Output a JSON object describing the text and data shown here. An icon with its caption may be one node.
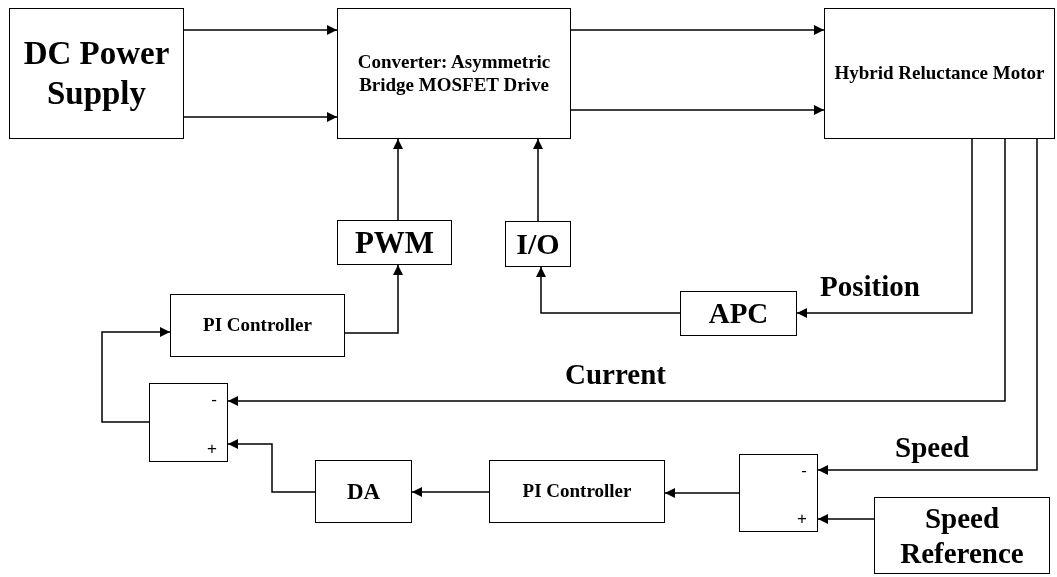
{
  "diagram": {
    "nodes": [
      {
        "text": [
          "DC Power Supply"
        ]
      },
      {
        "text": [
          "Converter: Asymmetric Bridge MOSFET Drive"
        ]
      },
      {
        "text": [
          "Hybrid Reluctance Motor"
        ]
      },
      {
        "text": [
          "PWM"
        ]
      },
      {
        "text": [
          "I/O"
        ]
      },
      {
        "text": [
          "PI Controller"
        ]
      },
      {
        "text": [
          "APC"
        ]
      },
      {
        "text": [
          "-",
          "+"
        ]
      },
      {
        "text": [
          "DA"
        ]
      },
      {
        "text": [
          "PI Controller"
        ]
      },
      {
        "text": [
          "-",
          "+"
        ]
      },
      {
        "text": [
          "Speed Reference"
        ]
      }
    ],
    "edges": [
      {
        "from": 0,
        "to": 1,
        "arrow": "to"
      },
      {
        "from": 0,
        "to": 1,
        "arrow": "to"
      },
      {
        "from": 1,
        "to": 2,
        "arrow": "to"
      },
      {
        "from": 1,
        "to": 2,
        "arrow": "to"
      },
      {
        "from": 3,
        "to": 1,
        "arrow": "to"
      },
      {
        "from": 4,
        "to": 1,
        "arrow": "to"
      },
      {
        "from": 5,
        "to": 3,
        "arrow": "to"
      },
      {
        "from": 6,
        "to": 4,
        "arrow": "to"
      },
      {
        "from": 2,
        "to": 6,
        "arrow": "to",
        "label": "Position"
      },
      {
        "from": 2,
        "to": 7,
        "arrow": "to",
        "label": "Current"
      },
      {
        "from": 2,
        "to": 10,
        "arrow": "to",
        "label": "Speed"
      },
      {
        "from": 11,
        "to": 10,
        "arrow": "to"
      },
      {
        "from": 10,
        "to": 9,
        "arrow": "to"
      },
      {
        "from": 9,
        "to": 8,
        "arrow": "to"
      },
      {
        "from": 8,
        "to": 7,
        "arrow": "to"
      },
      {
        "from": 7,
        "to": 5,
        "arrow": "to"
      }
    ]
  }
}
